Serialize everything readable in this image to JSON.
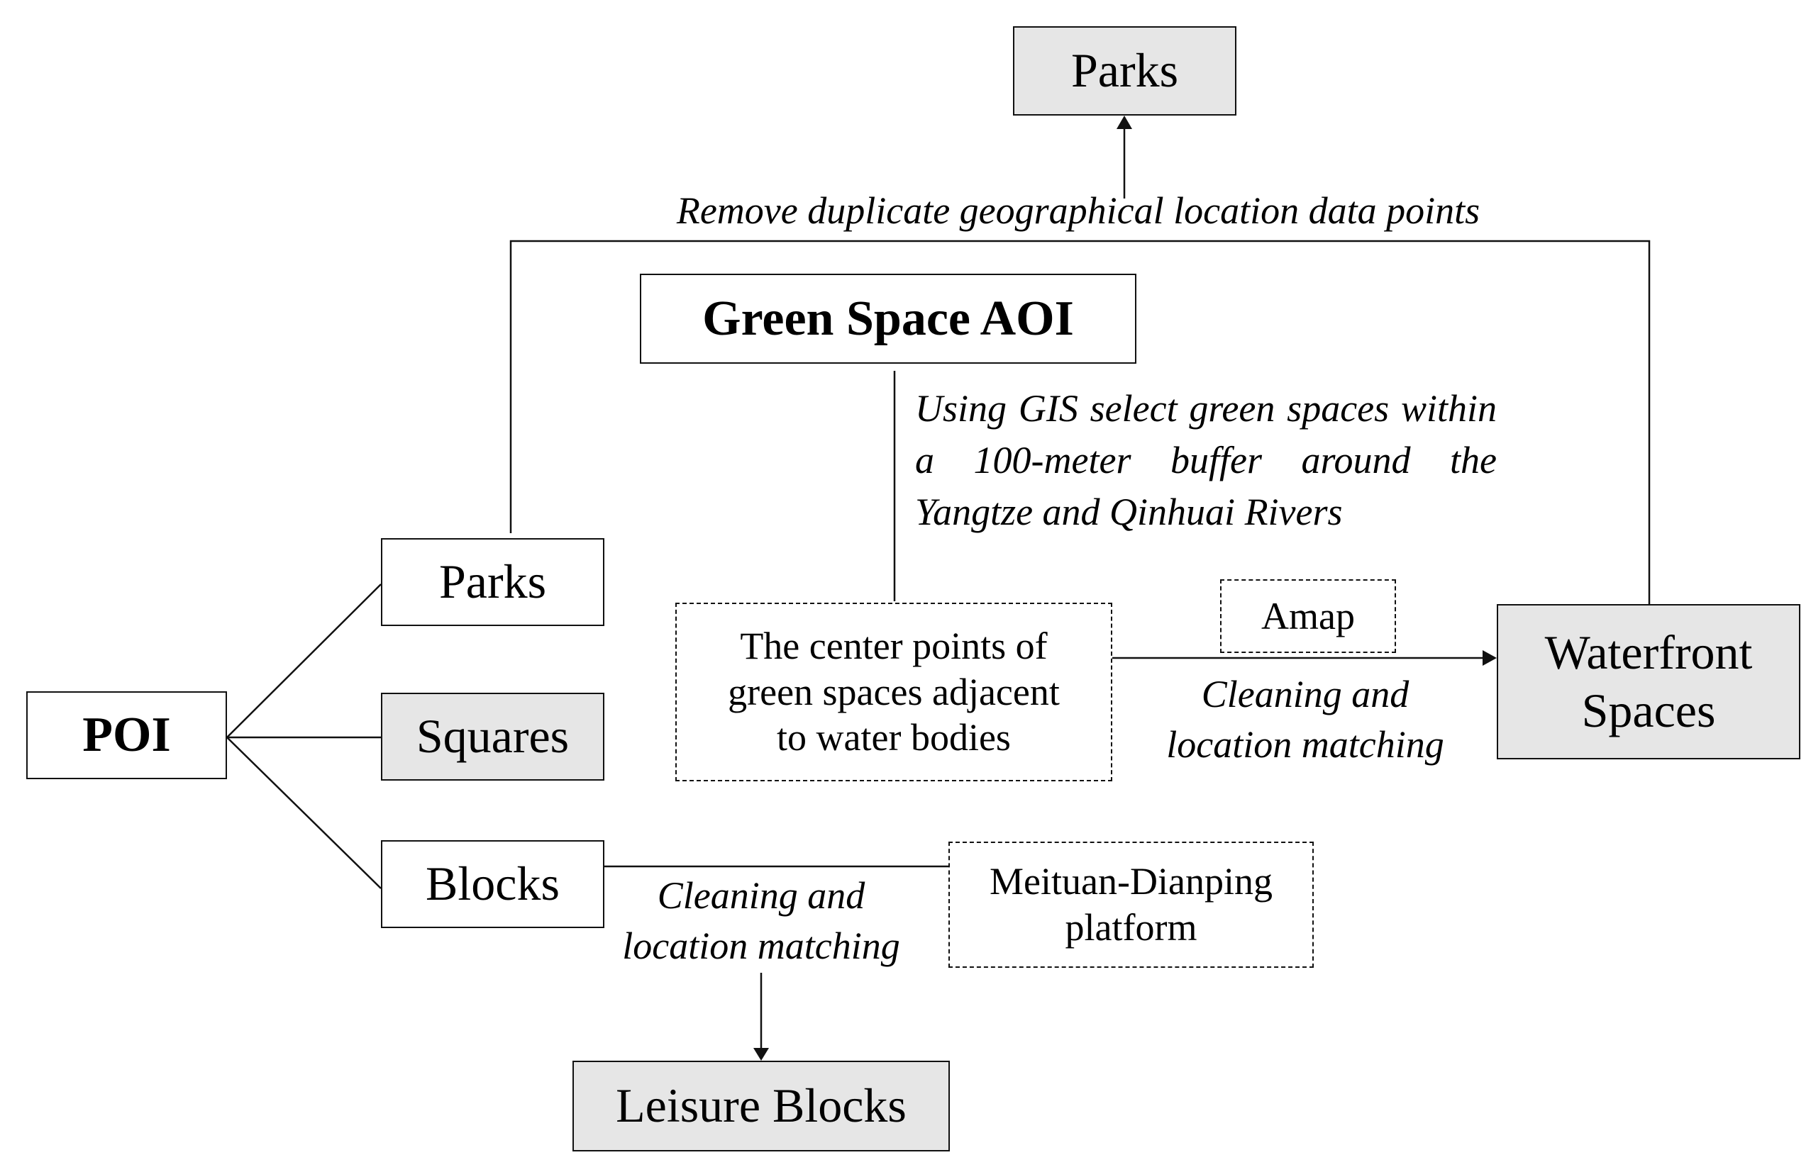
{
  "nodes": {
    "parks_output": "Parks",
    "green_space_aoi": "Green Space AOI",
    "parks": "Parks",
    "poi": "POI",
    "squares": "Squares",
    "blocks": "Blocks",
    "center_points": "The center points of\ngreen spaces adjacent\nto water bodies",
    "amap": "Amap",
    "waterfront_spaces": "Waterfront\nSpaces",
    "meituan_dianping": "Meituan-Dianping\nplatform",
    "leisure_blocks": "Leisure Blocks"
  },
  "annotations": {
    "remove_duplicates": "Remove duplicate geographical location data points",
    "gis_selection": "Using GIS select green spaces within a 100-meter buffer around the Yangtze and Qinhuai Rivers",
    "cleaning_waterfront": "Cleaning and\nlocation matching",
    "cleaning_blocks": "Cleaning and\nlocation matching"
  }
}
